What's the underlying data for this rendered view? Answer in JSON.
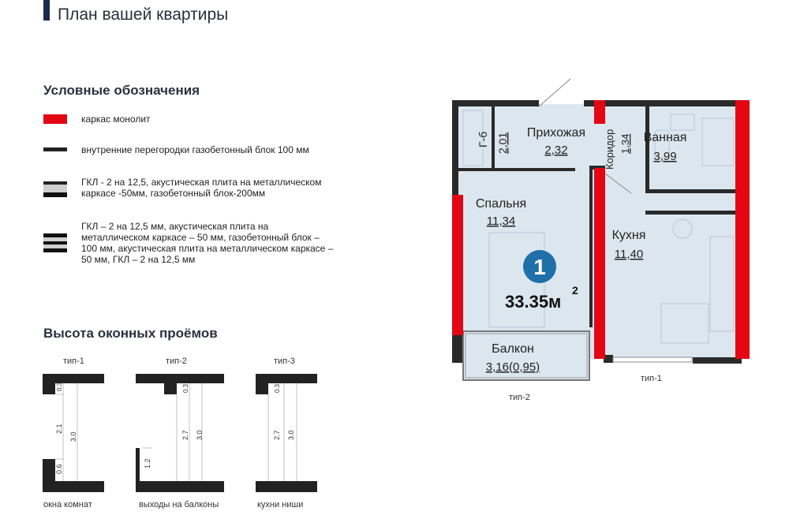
{
  "header": {
    "title": "План вашей квартиры"
  },
  "legend": {
    "title": "Условные обозначения",
    "items": [
      {
        "label": "каркас монолит",
        "color": "#e30613"
      },
      {
        "label": "внутренние перегородки газобетонный блок 100 мм"
      },
      {
        "label": "ГКЛ - 2 на 12,5, акустическая плита на металлическом каркасе -50мм, газобетонный блок-200мм"
      },
      {
        "label": "ГКЛ – 2 на 12,5 мм, акустическая плита на металлическом каркасе – 50 мм, газобетонный блок – 100 мм, акустическая плита на металлическом каркасе – 50 мм, ГКЛ – 2 на 12,5 мм"
      }
    ]
  },
  "windows": {
    "title": "Высота оконных проёмов",
    "types": [
      {
        "label": "тип-1",
        "caption": "окна комнат",
        "dims": [
          "0.3",
          "2.1",
          "3.0",
          "0.6"
        ]
      },
      {
        "label": "тип-2",
        "caption": "выходы на балконы",
        "dims": [
          "0.3",
          "2.7",
          "3.0",
          "1.2"
        ]
      },
      {
        "label": "тип-3",
        "caption": "кухни ниши",
        "dims": [
          "0.3",
          "2.7",
          "3.0"
        ]
      }
    ]
  },
  "plan": {
    "rooms": {
      "hallway": {
        "name": "Прихожая",
        "area": "2,32"
      },
      "wardrobe": {
        "name": "Г-б",
        "area": "2,01"
      },
      "corridor": {
        "name": "Коридор",
        "area": "1,34"
      },
      "bathroom": {
        "name": "Ванная",
        "area": "3,99"
      },
      "bedroom": {
        "name": "Спальня",
        "area": "11,34"
      },
      "kitchen": {
        "name": "Кухня",
        "area": "11,40"
      },
      "balcony": {
        "name": "Балкон",
        "area": "3,16(0,95)"
      }
    },
    "badge": "1",
    "total_area": "33.35м",
    "total_area_sup": "2",
    "window_type_kitchen": "тип-1",
    "window_type_balcony": "тип-2",
    "colors": {
      "room_fill": "#dce6ef",
      "monolith": "#e30613",
      "badge": "#1f6fa8",
      "wall": "#2a2a2a"
    }
  }
}
